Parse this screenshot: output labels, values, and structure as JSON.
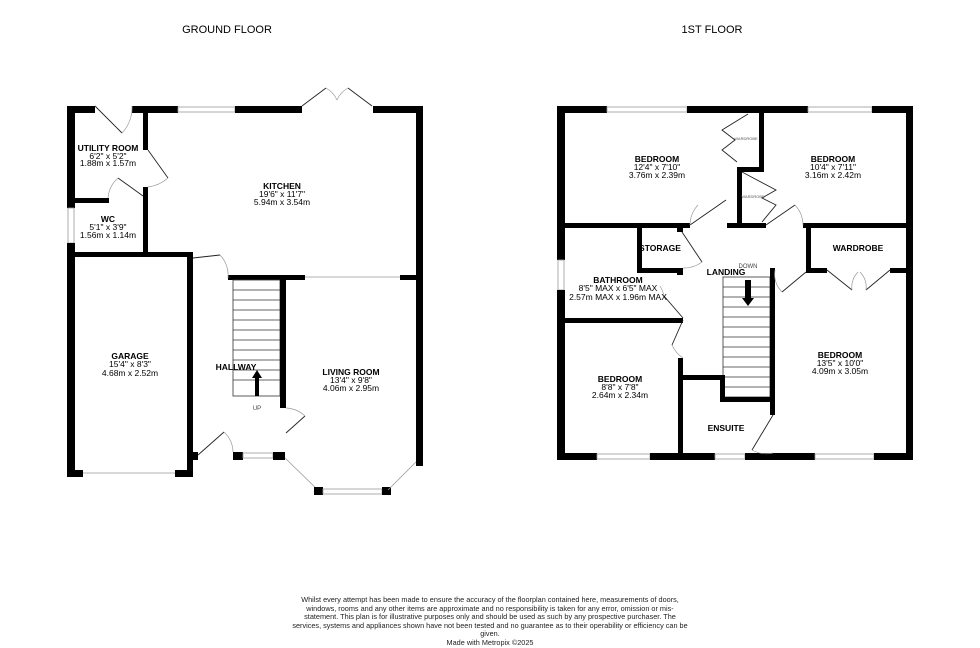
{
  "ground_floor": {
    "title": "GROUND FLOOR",
    "rooms": [
      {
        "name": "UTILITY ROOM",
        "imperial": "6'2\" x 5'2\"",
        "metric": "1.88m x 1.57m"
      },
      {
        "name": "KITCHEN",
        "imperial": "19'6\" x 11'7\"",
        "metric": "5.94m x 3.54m"
      },
      {
        "name": "WC",
        "imperial": "5'1\" x 3'9\"",
        "metric": "1.56m x 1.14m"
      },
      {
        "name": "GARAGE",
        "imperial": "15'4\" x 8'3\"",
        "metric": "4.68m x 2.52m"
      },
      {
        "name": "LIVING ROOM",
        "imperial": "13'4\" x 9'8\"",
        "metric": "4.06m x 2.95m"
      }
    ],
    "hallway": "HALLWAY",
    "stairs_label": "UP"
  },
  "first_floor": {
    "title": "1ST FLOOR",
    "rooms": [
      {
        "name": "BEDROOM",
        "imperial": "12'4\" x 7'10\"",
        "metric": "3.76m x 2.39m"
      },
      {
        "name": "BEDROOM",
        "imperial": "10'4\" x 7'11\"",
        "metric": "3.16m x 2.42m"
      },
      {
        "name": "BATHROOM",
        "imperial": "8'5\" MAX x 6'5\" MAX",
        "metric": "2.57m MAX x 1.96m MAX"
      },
      {
        "name": "BEDROOM",
        "imperial": "8'8\" x 7'8\"",
        "metric": "2.64m x 2.34m"
      },
      {
        "name": "BEDROOM",
        "imperial": "13'5\" x 10'0\"",
        "metric": "4.09m x 3.05m"
      }
    ],
    "storage": "STORAGE",
    "wardrobe": "WARDROBE",
    "wardrobe_small": "WARDROBE",
    "landing": "LANDING",
    "ensuite": "ENSUITE",
    "stairs_label": "DOWN"
  },
  "disclaimer": "Whilst every attempt has been made to ensure the accuracy of the floorplan contained here, measurements of doors, windows, rooms and any other items are approximate and no responsibility is taken for any error, omission or mis-statement. This plan is for illustrative purposes only and should be used as such by any prospective purchaser. The services, systems and appliances shown have not been tested and no guarantee as to their operability or efficiency can be given.",
  "credit": "Made with Metropix ©2025"
}
